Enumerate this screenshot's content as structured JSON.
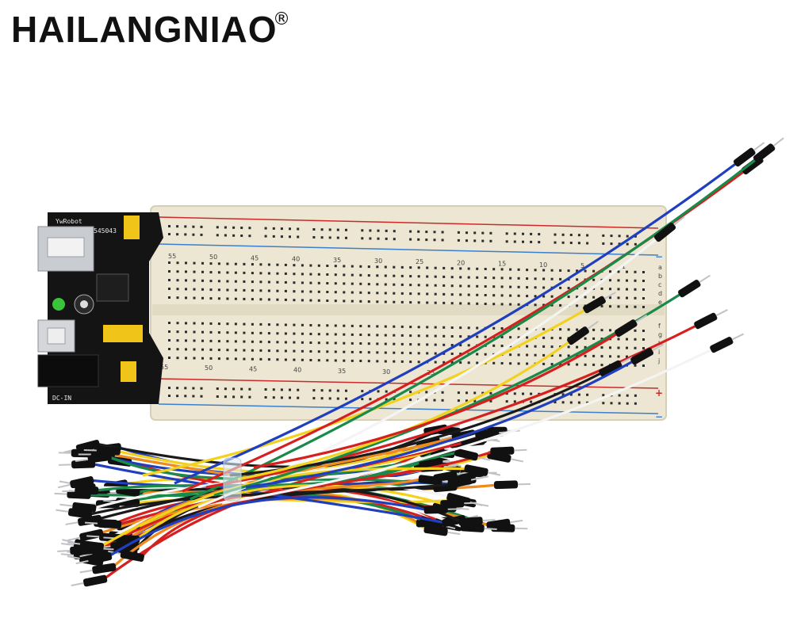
{
  "brand": {
    "name": "HAILANGNIAO",
    "registered_mark": "®"
  },
  "product": {
    "breadboard": {
      "column_numbers_top": [
        "55",
        "50",
        "45",
        "40",
        "35",
        "30",
        "25",
        "20",
        "15",
        "10",
        "5",
        "1"
      ],
      "column_numbers_bottom": [
        "55",
        "50",
        "45",
        "40",
        "35",
        "30",
        "25"
      ],
      "row_letters_top": [
        "a",
        "b",
        "c",
        "d",
        "e"
      ],
      "row_letters_bottom": [
        "f",
        "g",
        "h",
        "i",
        "j"
      ],
      "rail_plus": "+",
      "rail_minus": "−"
    },
    "power_module": {
      "silkscreen_top": "YwRobot",
      "silkscreen_model": "545043",
      "silkscreen_bottom": "DC-IN"
    },
    "wire_colors": [
      "#d62020",
      "#1f3fbf",
      "#1a8a4a",
      "#f2d21c",
      "#f08a1c",
      "#f4f4f4",
      "#1a1a1a"
    ]
  },
  "colors": {
    "breadboard_body": "#ece6d2",
    "rail_red": "#cc2a2a",
    "rail_blue": "#3a7fd0",
    "pcb": "#141414",
    "jumper_yellow": "#f0c418",
    "led_green": "#39c53a"
  }
}
